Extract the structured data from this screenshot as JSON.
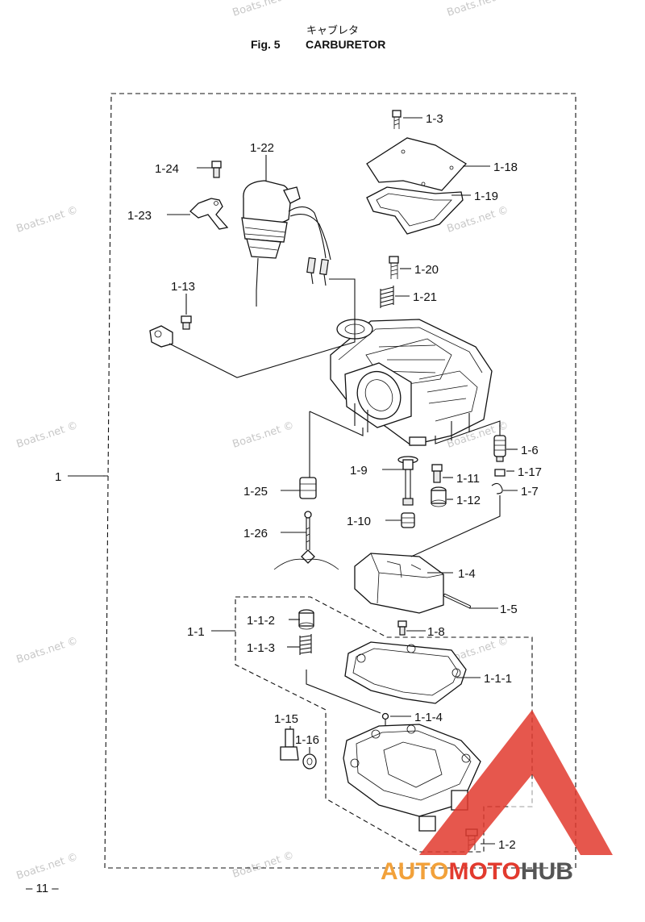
{
  "header": {
    "title_jp": "キャブレタ",
    "fig_label": "Fig. 5",
    "title_en": "CARBURETOR"
  },
  "watermark": {
    "text": "Boats.net ©"
  },
  "brand": {
    "auto": "AUTO",
    "moto": "MOTO",
    "hub": "HUB"
  },
  "footer": {
    "page": "– 11 –"
  },
  "callouts": {
    "p1": "1",
    "p1_1": "1-1",
    "p1_1_1": "1-1-1",
    "p1_1_2": "1-1-2",
    "p1_1_3": "1-1-3",
    "p1_1_4": "1-1-4",
    "p1_2": "1-2",
    "p1_3": "1-3",
    "p1_4": "1-4",
    "p1_5": "1-5",
    "p1_6": "1-6",
    "p1_7": "1-7",
    "p1_8": "1-8",
    "p1_9": "1-9",
    "p1_10": "1-10",
    "p1_11": "1-11",
    "p1_12": "1-12",
    "p1_13": "1-13",
    "p1_15": "1-15",
    "p1_16": "1-16",
    "p1_17": "1-17",
    "p1_18": "1-18",
    "p1_19": "1-19",
    "p1_20": "1-20",
    "p1_21": "1-21",
    "p1_22": "1-22",
    "p1_23": "1-23",
    "p1_24": "1-24",
    "p1_25": "1-25",
    "p1_26": "1-26"
  },
  "colors": {
    "brand_red": "#e23a2e",
    "brand_orange": "#f2a13a",
    "ink": "#111111"
  }
}
